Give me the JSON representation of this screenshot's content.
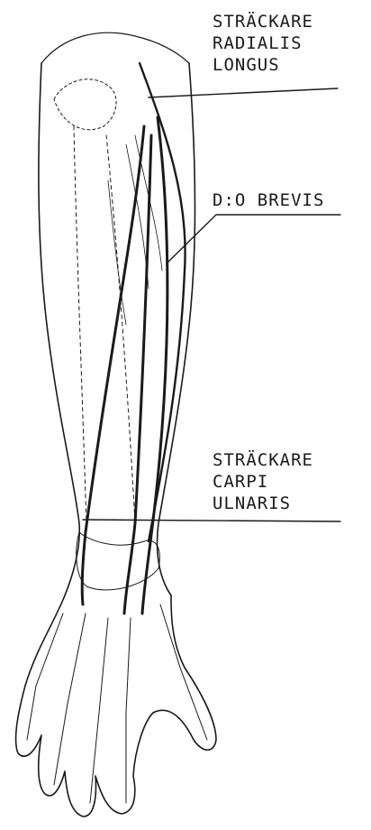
{
  "labels": {
    "extensor_radialis_longus": [
      "STRÄCKARE",
      "RADIALIS",
      "LONGUS"
    ],
    "brevis": "D:O BREVIS",
    "extensor_carpi_ulnaris": [
      "STRÄCKARE",
      "CARPI",
      "ULNARIS"
    ]
  },
  "colors": {
    "ink": "#1a1a1a",
    "background": "#ffffff"
  }
}
